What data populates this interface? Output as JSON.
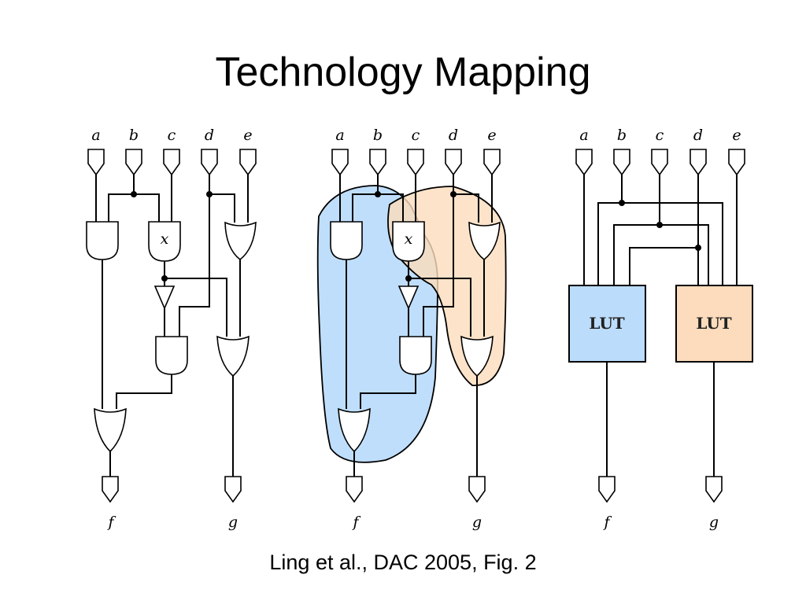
{
  "title": "Technology Mapping",
  "caption": "Ling et al., DAC 2005, Fig. 2",
  "inputs": [
    "a",
    "b",
    "c",
    "d",
    "e"
  ],
  "outputs": [
    "f",
    "g"
  ],
  "gate_label": "x",
  "lut_label": "LUT",
  "colors": {
    "cluster_blue": "#bcdcfb",
    "cluster_orange": "#fcdcbc"
  }
}
